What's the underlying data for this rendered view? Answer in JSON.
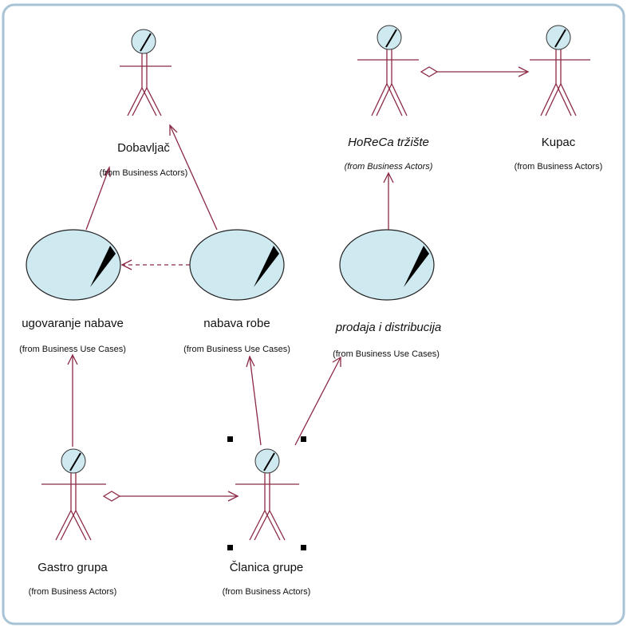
{
  "diagram": {
    "actors": [
      {
        "id": "dobavljac",
        "name": "Dobavljač",
        "from": "(from Business Actors)",
        "italic": false
      },
      {
        "id": "horeca",
        "name": "HoReCa tržište",
        "from": "(from Business Actors)",
        "italic": true
      },
      {
        "id": "kupac",
        "name": "Kupac",
        "from": "(from Business Actors)",
        "italic": false
      },
      {
        "id": "gastro",
        "name": "Gastro grupa",
        "from": "(from Business Actors)",
        "italic": false
      },
      {
        "id": "clanica",
        "name": "Članica grupe",
        "from": "(from Business Actors)",
        "italic": false
      }
    ],
    "use_cases": [
      {
        "id": "ugovaranje",
        "name": "ugovaranje nabave",
        "from": "(from Business Use Cases)",
        "italic": false
      },
      {
        "id": "nabava",
        "name": "nabava robe",
        "from": "(from Business Use Cases)",
        "italic": false
      },
      {
        "id": "prodaja",
        "name": "prodaja i distribucija",
        "from": "(from Business Use Cases)",
        "italic": true
      }
    ],
    "colors": {
      "actor_stroke": "#8b2a45",
      "head_fill": "#cfe9f1",
      "usecase_fill": "#cfe9f1",
      "usecase_stroke": "#222222",
      "border": "#a9c3d6"
    }
  }
}
